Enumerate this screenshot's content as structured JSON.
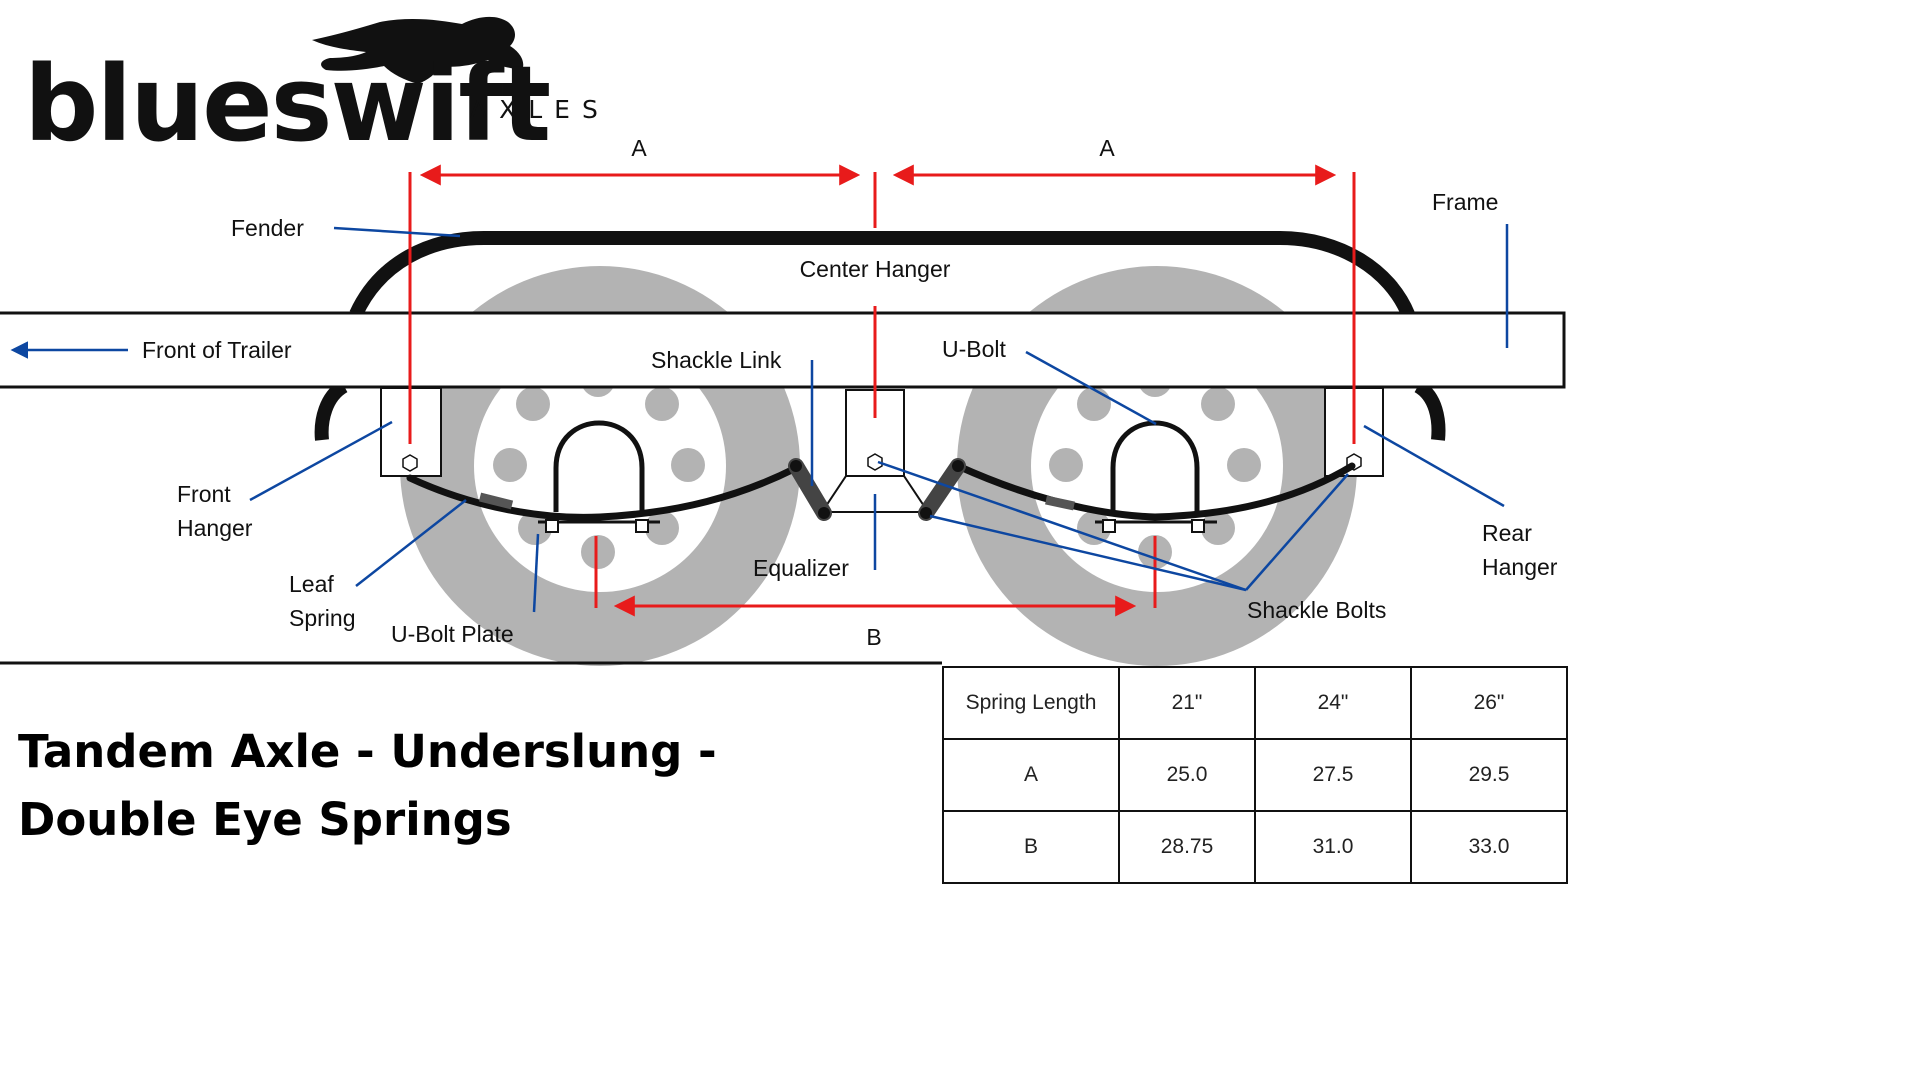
{
  "logo": {
    "main": "blueswift",
    "sub": "AXLES"
  },
  "colors": {
    "dimension": "#e81b1b",
    "leader": "#0d47a1",
    "wheel": "#b3b3b3",
    "stroke": "#111111"
  },
  "dimensions": {
    "a_left": "A",
    "a_right": "A",
    "b": "B"
  },
  "labels": {
    "fender": "Fender",
    "frame": "Frame",
    "center_hanger": "Center Hanger",
    "front_of_trailer": "Front of Trailer",
    "shackle_link": "Shackle Link",
    "u_bolt": "U-Bolt",
    "front_hanger": [
      "Front",
      "Hanger"
    ],
    "leaf_spring": [
      "Leaf",
      "Spring"
    ],
    "u_bolt_plate": "U-Bolt Plate",
    "equalizer": "Equalizer",
    "shackle_bolts": "Shackle Bolts",
    "rear_hanger": [
      "Rear",
      "Hanger"
    ]
  },
  "title": [
    "Tandem Axle - Underslung -",
    "Double Eye Springs"
  ],
  "table": {
    "rows": [
      [
        "Spring Length",
        "21\"",
        "24\"",
        "26\""
      ],
      [
        "A",
        "25.0",
        "27.5",
        "29.5"
      ],
      [
        "B",
        "28.75",
        "31.0",
        "33.0"
      ]
    ]
  }
}
